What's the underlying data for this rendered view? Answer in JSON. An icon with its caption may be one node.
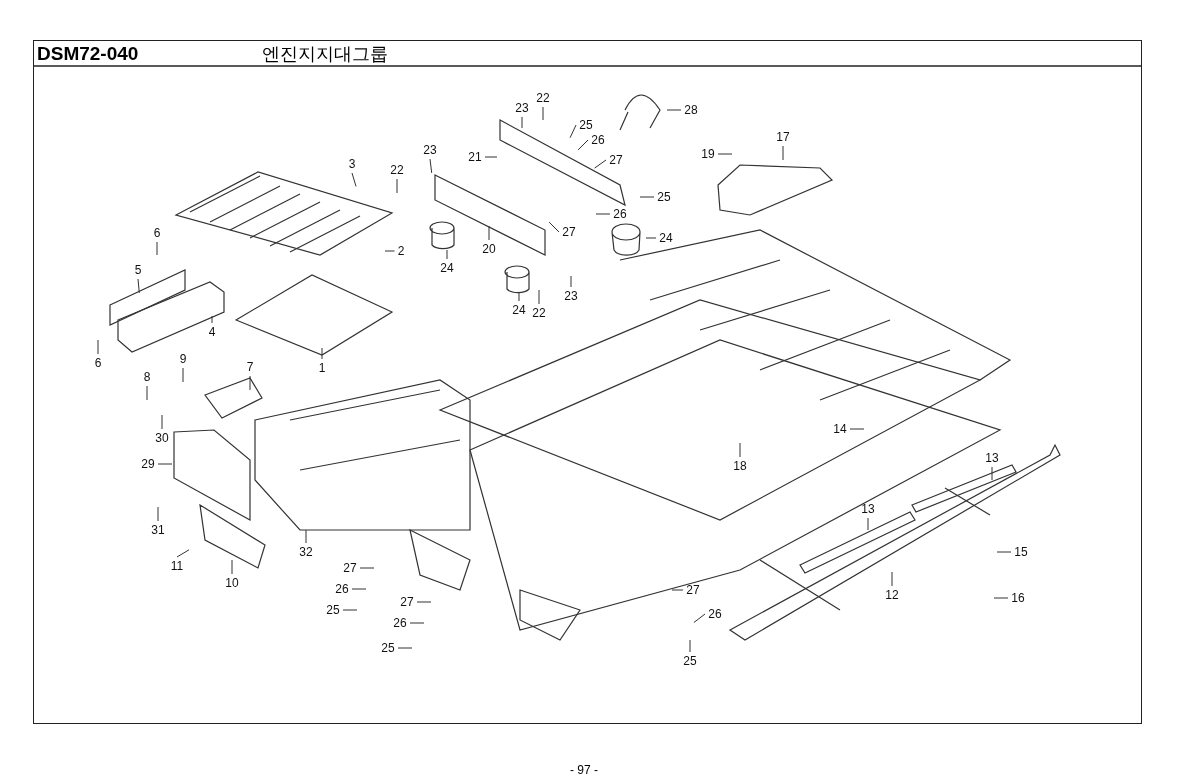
{
  "diagram": {
    "title": "엔진지지대그룹",
    "nodes": [
      {
        "text": [
          "22"
        ]
      },
      {
        "text": [
          "23"
        ]
      },
      {
        "text": [
          "28"
        ]
      },
      {
        "text": [
          "25"
        ]
      },
      {
        "text": [
          "26"
        ]
      },
      {
        "text": [
          "21"
        ]
      },
      {
        "text": [
          "27"
        ]
      },
      {
        "text": [
          "19"
        ]
      },
      {
        "text": [
          "17"
        ]
      },
      {
        "text": [
          "3"
        ]
      },
      {
        "text": [
          "22"
        ]
      },
      {
        "text": [
          "23"
        ]
      },
      {
        "text": [
          "25"
        ]
      },
      {
        "text": [
          "26"
        ]
      },
      {
        "text": [
          "27"
        ]
      },
      {
        "text": [
          "6"
        ]
      },
      {
        "text": [
          "2"
        ]
      },
      {
        "text": [
          "24"
        ]
      },
      {
        "text": [
          "20"
        ]
      },
      {
        "text": [
          "24"
        ]
      },
      {
        "text": [
          "5"
        ]
      },
      {
        "text": [
          "23"
        ]
      },
      {
        "text": [
          "22"
        ]
      },
      {
        "text": [
          "24"
        ]
      },
      {
        "text": [
          "4"
        ]
      },
      {
        "text": [
          "6"
        ]
      },
      {
        "text": [
          "9"
        ]
      },
      {
        "text": [
          "1"
        ]
      },
      {
        "text": [
          "7"
        ]
      },
      {
        "text": [
          "8"
        ]
      },
      {
        "text": [
          "30"
        ]
      },
      {
        "text": [
          "14"
        ]
      },
      {
        "text": [
          "29"
        ]
      },
      {
        "text": [
          "18"
        ]
      },
      {
        "text": [
          "13"
        ]
      },
      {
        "text": [
          "31"
        ]
      },
      {
        "text": [
          "13"
        ]
      },
      {
        "text": [
          "15"
        ]
      },
      {
        "text": [
          "11"
        ]
      },
      {
        "text": [
          "32"
        ]
      },
      {
        "text": [
          "10"
        ]
      },
      {
        "text": [
          "27"
        ]
      },
      {
        "text": [
          "12"
        ]
      },
      {
        "text": [
          "16"
        ]
      },
      {
        "text": [
          "26"
        ]
      },
      {
        "text": [
          "27"
        ]
      },
      {
        "text": [
          "25"
        ]
      },
      {
        "text": [
          "27"
        ]
      },
      {
        "text": [
          "26"
        ]
      },
      {
        "text": [
          "26"
        ]
      },
      {
        "text": [
          "25"
        ]
      },
      {
        "text": [
          "25"
        ]
      }
    ],
    "edges": [
      {
        "from": 0,
        "to": null,
        "arrow": "none"
      },
      {
        "from": 1,
        "to": null,
        "arrow": "none"
      },
      {
        "from": 2,
        "to": null,
        "arrow": "none"
      },
      {
        "from": 3,
        "to": null,
        "arrow": "none"
      },
      {
        "from": 4,
        "to": null,
        "arrow": "none"
      },
      {
        "from": 5,
        "to": null,
        "arrow": "none"
      },
      {
        "from": 6,
        "to": null,
        "arrow": "none"
      },
      {
        "from": 7,
        "to": null,
        "arrow": "none"
      },
      {
        "from": 8,
        "to": null,
        "arrow": "none"
      },
      {
        "from": 9,
        "to": null,
        "arrow": "none"
      },
      {
        "from": 10,
        "to": null,
        "arrow": "none"
      },
      {
        "from": 11,
        "to": null,
        "arrow": "none"
      },
      {
        "from": 12,
        "to": null,
        "arrow": "none"
      },
      {
        "from": 13,
        "to": null,
        "arrow": "none"
      },
      {
        "from": 14,
        "to": null,
        "arrow": "none"
      },
      {
        "from": 15,
        "to": null,
        "arrow": "none"
      },
      {
        "from": 16,
        "to": null,
        "arrow": "none"
      },
      {
        "from": 17,
        "to": null,
        "arrow": "none"
      },
      {
        "from": 18,
        "to": null,
        "arrow": "none"
      },
      {
        "from": 19,
        "to": null,
        "arrow": "none"
      },
      {
        "from": 20,
        "to": null,
        "arrow": "none"
      },
      {
        "from": 21,
        "to": null,
        "arrow": "none"
      },
      {
        "from": 22,
        "to": null,
        "arrow": "none"
      },
      {
        "from": 23,
        "to": null,
        "arrow": "none"
      },
      {
        "from": 24,
        "to": null,
        "arrow": "none"
      },
      {
        "from": 25,
        "to": null,
        "arrow": "none"
      },
      {
        "from": 26,
        "to": null,
        "arrow": "none"
      },
      {
        "from": 27,
        "to": null,
        "arrow": "none"
      },
      {
        "from": 28,
        "to": null,
        "arrow": "none"
      },
      {
        "from": 29,
        "to": null,
        "arrow": "none"
      },
      {
        "from": 30,
        "to": null,
        "arrow": "none"
      },
      {
        "from": 31,
        "to": null,
        "arrow": "none"
      },
      {
        "from": 32,
        "to": null,
        "arrow": "none"
      },
      {
        "from": 33,
        "to": null,
        "arrow": "none"
      },
      {
        "from": 34,
        "to": null,
        "arrow": "none"
      },
      {
        "from": 35,
        "to": null,
        "arrow": "none"
      },
      {
        "from": 36,
        "to": null,
        "arrow": "none"
      },
      {
        "from": 37,
        "to": null,
        "arrow": "none"
      },
      {
        "from": 38,
        "to": null,
        "arrow": "none"
      },
      {
        "from": 39,
        "to": null,
        "arrow": "none"
      },
      {
        "from": 40,
        "to": null,
        "arrow": "none"
      },
      {
        "from": 41,
        "to": null,
        "arrow": "none"
      },
      {
        "from": 42,
        "to": null,
        "arrow": "none"
      },
      {
        "from": 43,
        "to": null,
        "arrow": "none"
      },
      {
        "from": 44,
        "to": null,
        "arrow": "none"
      },
      {
        "from": 45,
        "to": null,
        "arrow": "none"
      },
      {
        "from": 46,
        "to": null,
        "arrow": "none"
      },
      {
        "from": 47,
        "to": null,
        "arrow": "none"
      },
      {
        "from": 48,
        "to": null,
        "arrow": "none"
      },
      {
        "from": 49,
        "to": null,
        "arrow": "none"
      },
      {
        "from": 50,
        "to": null,
        "arrow": "none"
      },
      {
        "from": 51,
        "to": null,
        "arrow": "none"
      }
    ],
    "labels": [
      "DSM72-040",
      "- 97 -"
    ]
  }
}
